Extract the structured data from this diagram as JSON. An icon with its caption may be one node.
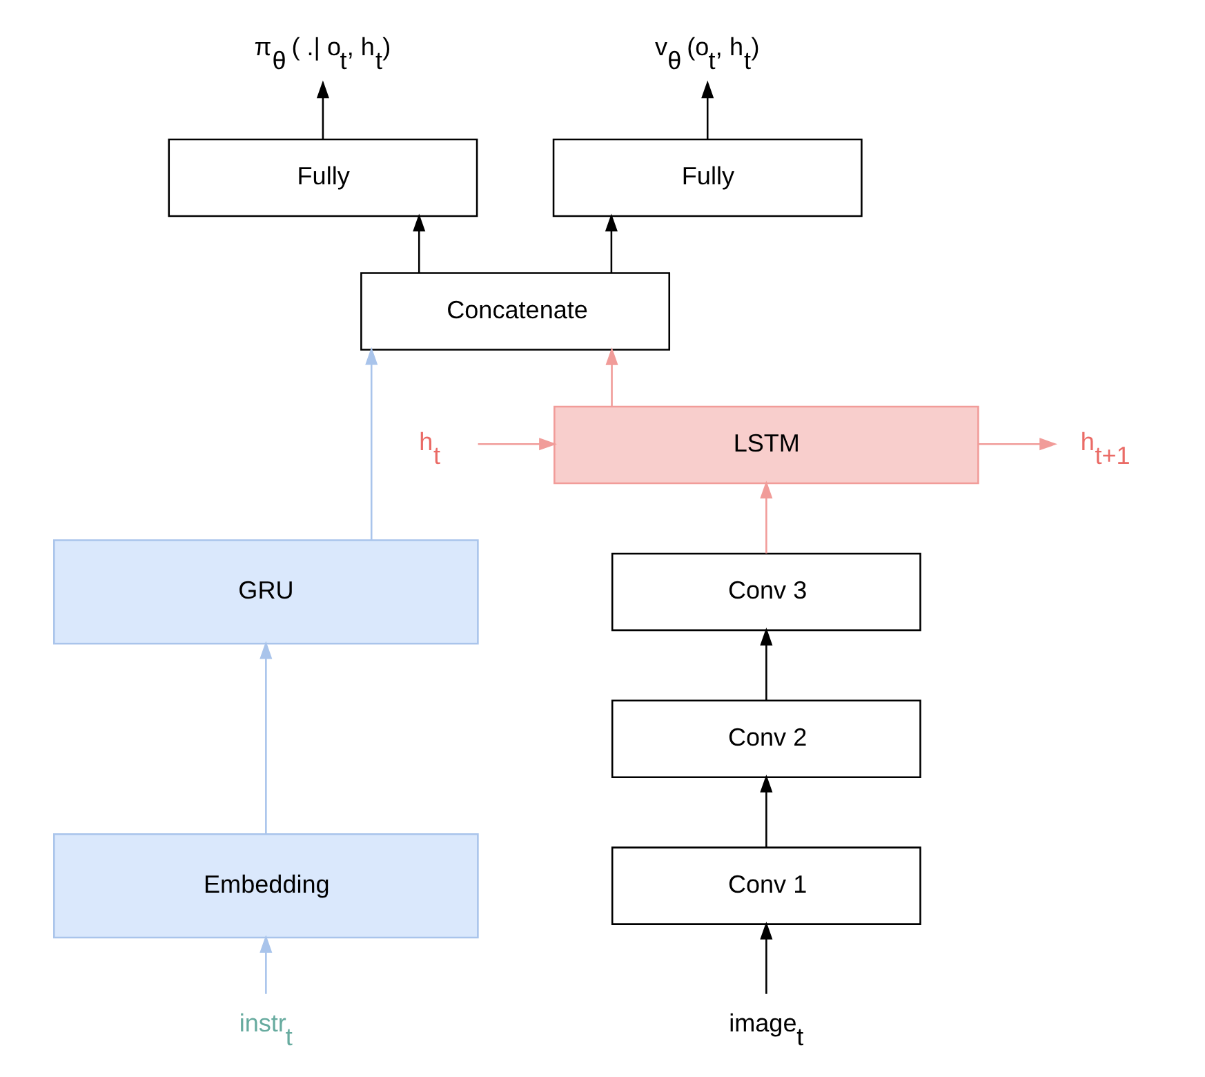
{
  "diagram": {
    "nodes": [
      {
        "text": [
          "π$_{θ}$ ( .| o$_{t}$, h$_{t}$)"
        ]
      },
      {
        "text": [
          "v$_{θ}$ (o$_{t}$, h$_{t}$)"
        ]
      },
      {
        "text": [
          "Fully"
        ]
      },
      {
        "text": [
          "Fully"
        ]
      },
      {
        "text": [
          "Concatenate"
        ]
      },
      {
        "text": [
          "h$_{t}$"
        ]
      },
      {
        "text": [
          "LSTM"
        ]
      },
      {
        "text": [
          "h$_{t+1}$"
        ]
      },
      {
        "text": [
          "Conv 3"
        ]
      },
      {
        "text": [
          "Conv 2"
        ]
      },
      {
        "text": [
          "Conv 1"
        ]
      },
      {
        "text": [
          "image$_{t}$"
        ]
      },
      {
        "text": [
          "GRU"
        ]
      },
      {
        "text": [
          "Embedding"
        ]
      },
      {
        "text": [
          "instr$_{t}$"
        ]
      }
    ],
    "edges": [
      {
        "from": 2,
        "to": 0,
        "arrow": "to"
      },
      {
        "from": 3,
        "to": 1,
        "arrow": "to"
      },
      {
        "from": 4,
        "to": 2,
        "arrow": "to"
      },
      {
        "from": 4,
        "to": 3,
        "arrow": "to"
      },
      {
        "from": 6,
        "to": 4,
        "arrow": "to",
        "color": "#f19c99"
      },
      {
        "from": 12,
        "to": 4,
        "arrow": "to",
        "color": "#a9c4eb"
      },
      {
        "from": 5,
        "to": 6,
        "arrow": "to",
        "color": "#f19c99"
      },
      {
        "from": 6,
        "to": 7,
        "arrow": "to",
        "color": "#f19c99"
      },
      {
        "from": 8,
        "to": 6,
        "arrow": "to",
        "color": "#f19c99"
      },
      {
        "from": 9,
        "to": 8,
        "arrow": "to"
      },
      {
        "from": 10,
        "to": 9,
        "arrow": "to"
      },
      {
        "from": 11,
        "to": 10,
        "arrow": "to"
      },
      {
        "from": 13,
        "to": 12,
        "arrow": "to",
        "color": "#a9c4eb"
      },
      {
        "from": 14,
        "to": 13,
        "arrow": "to",
        "color": "#a9c4eb"
      }
    ]
  }
}
